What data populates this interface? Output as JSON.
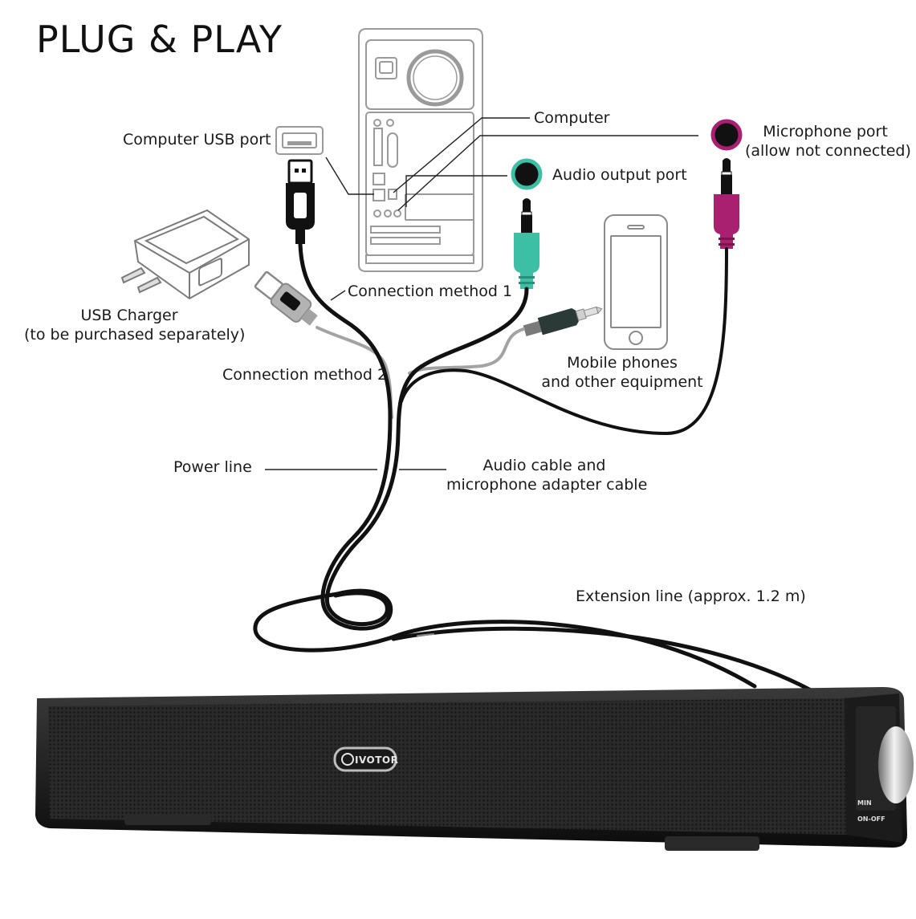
{
  "title": "PLUG & PLAY",
  "labels": {
    "computer": "Computer",
    "computer_usb_port": "Computer USB port",
    "microphone_port": "Microphone port",
    "microphone_port_note": "(allow not connected)",
    "audio_output_port": "Audio output port",
    "usb_charger": "USB Charger",
    "usb_charger_note": "(to be purchased separately)",
    "connection_method_1": "Connection method 1",
    "connection_method_2": "Connection method 2",
    "mobile_phones": "Mobile phones",
    "mobile_phones_line2": "and other equipment",
    "power_line": "Power line",
    "audio_cable": "Audio cable and",
    "audio_cable_line2": "microphone adapter cable",
    "extension_line": "Extension line (approx. 1.2 m)"
  },
  "speaker": {
    "brand": "IVOTOR",
    "knob_label_min": "MIN",
    "knob_label_onoff": "ON-OFF"
  },
  "colors": {
    "audio_green": "#3dbfa5",
    "mic_magenta": "#a8206f",
    "cable_black": "#111111",
    "cable_gray": "#a3a3a3"
  },
  "icons": [
    "pc-tower-icon",
    "usb-port-icon",
    "usb-plug-icon",
    "usb-charger-icon",
    "headphone-jack-icon",
    "phone-icon",
    "speaker-bar-icon"
  ]
}
